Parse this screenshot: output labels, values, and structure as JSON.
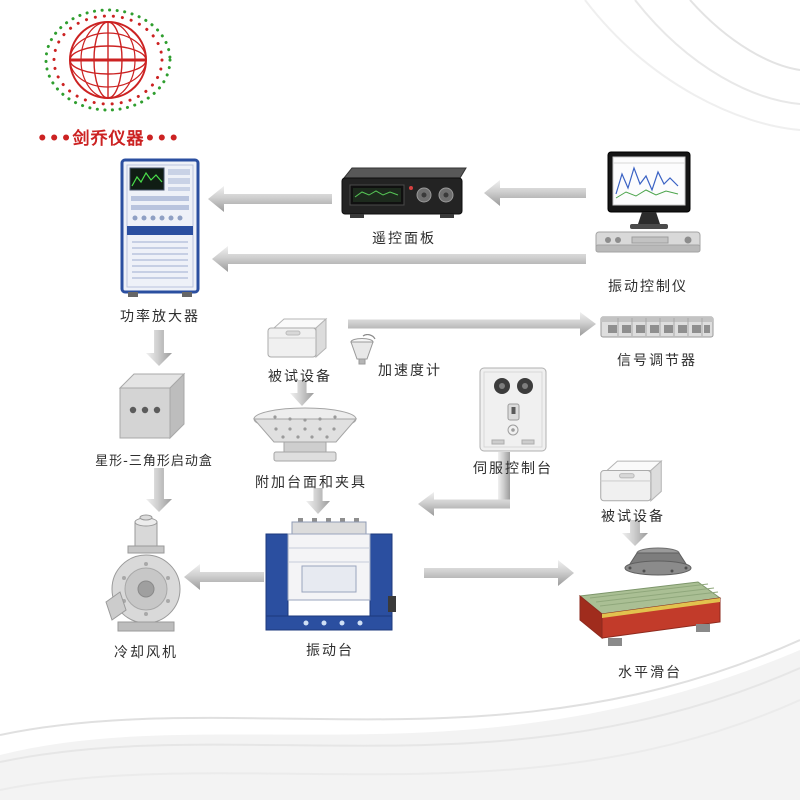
{
  "logo": {
    "brand": "•••剑乔仪器•••"
  },
  "colors": {
    "equipment_blue": "#2b4fa0",
    "logo_red": "#cc2222",
    "slip_table_red": "#c23b2a",
    "slip_table_green": "#aabf94",
    "arrow_silver": "#bdbdbd"
  },
  "diagram": {
    "nodes": [
      {
        "id": "power-amplifier",
        "label": "功率放大器"
      },
      {
        "id": "remote-panel",
        "label": "遥控面板"
      },
      {
        "id": "vibration-controller",
        "label": "振动控制仪"
      },
      {
        "id": "signal-conditioner",
        "label": "信号调节器"
      },
      {
        "id": "device-under-test-top",
        "label": "被试设备"
      },
      {
        "id": "accelerometer",
        "label": "加速度计"
      },
      {
        "id": "star-delta-starter-box",
        "label": "星形-三角形启动盒"
      },
      {
        "id": "fixture-table",
        "label": "附加台面和夹具"
      },
      {
        "id": "servo-control-console",
        "label": "伺服控制台"
      },
      {
        "id": "device-under-test-right",
        "label": "被试设备"
      },
      {
        "id": "cooling-fan",
        "label": "冷却风机"
      },
      {
        "id": "vibration-table",
        "label": "振动台"
      },
      {
        "id": "horizontal-slip-table",
        "label": "水平滑台"
      }
    ],
    "connections": [
      {
        "from": "振动控制仪",
        "to": "遥控面板"
      },
      {
        "from": "遥控面板",
        "to": "功率放大器"
      },
      {
        "from": "振动控制仪",
        "to": "功率放大器"
      },
      {
        "from": "加速度计",
        "to": "信号调节器"
      },
      {
        "from": "功率放大器",
        "to": "星形-三角形启动盒"
      },
      {
        "from": "被试设备",
        "to": "附加台面和夹具"
      },
      {
        "from": "星形-三角形启动盒",
        "to": "冷却风机"
      },
      {
        "from": "附加台面和夹具",
        "to": "振动台"
      },
      {
        "from": "伺服控制台",
        "to": "振动台"
      },
      {
        "from": "被试设备",
        "to": "水平滑台"
      },
      {
        "from": "振动台",
        "to": "冷却风机"
      },
      {
        "from": "振动台",
        "to": "水平滑台"
      }
    ]
  }
}
